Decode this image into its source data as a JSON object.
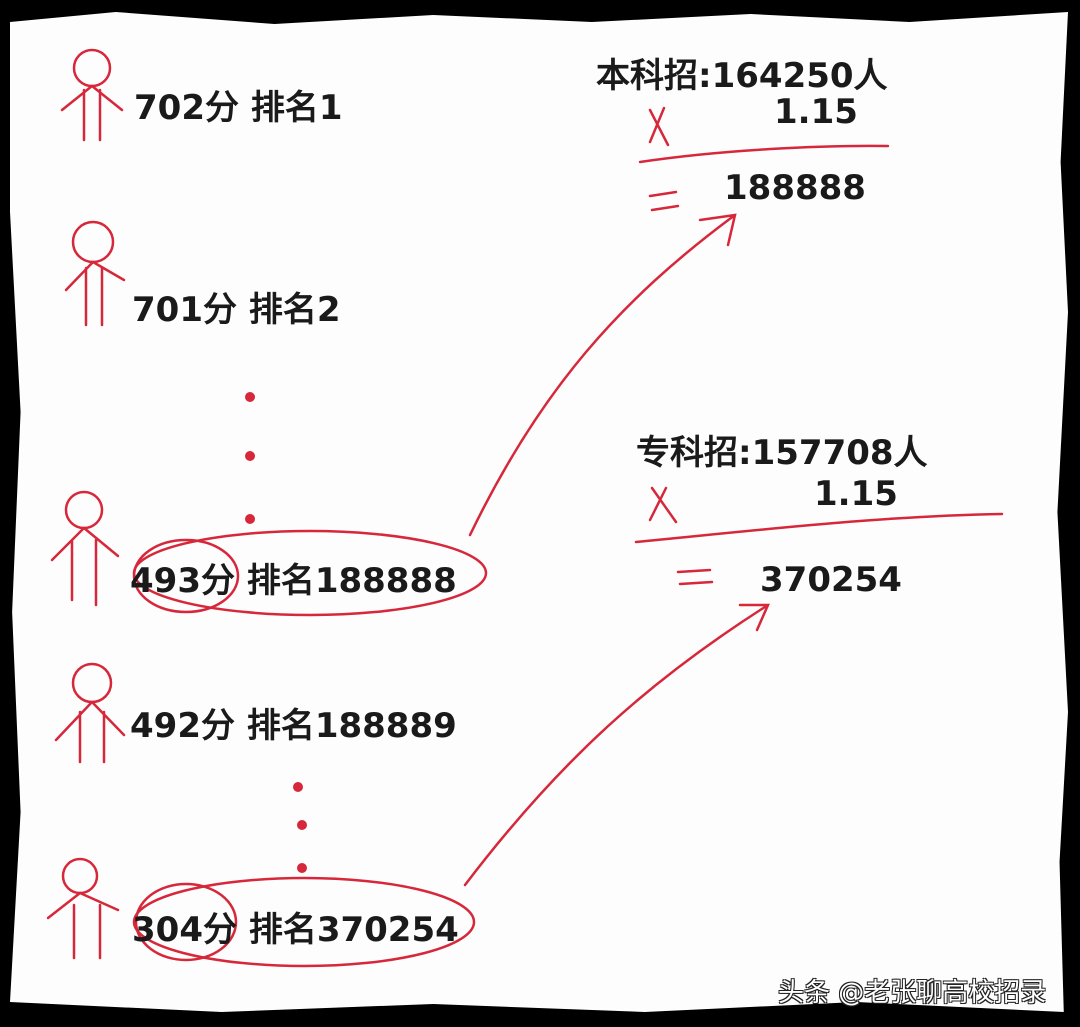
{
  "left_entries": [
    {
      "score": "702分",
      "rank": "排名1"
    },
    {
      "score": "701分",
      "rank": "排名2"
    },
    {
      "score": "493分",
      "rank": "排名188888"
    },
    {
      "score": "492分",
      "rank": "排名188889"
    },
    {
      "score": "304分",
      "rank": "排名370254"
    }
  ],
  "undergrad": {
    "label": "本科招:164250人",
    "multiplier": "1.15",
    "result": "188888"
  },
  "vocational": {
    "label": "专科招:157708人",
    "multiplier": "1.15",
    "result": "370254"
  },
  "watermark": "头条 @老张聊高校招录",
  "colors": {
    "ink": "#d6283a",
    "text": "#1a1a1a"
  }
}
